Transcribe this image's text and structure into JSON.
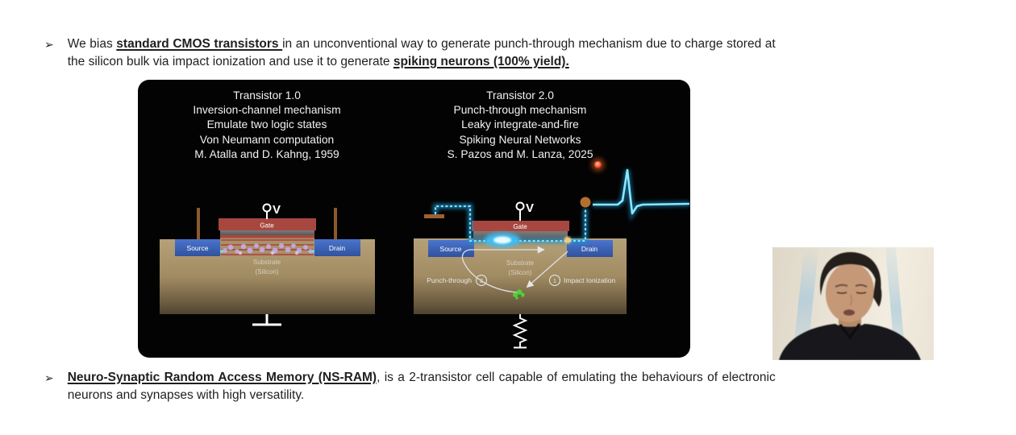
{
  "slide": {
    "bullet1": {
      "marker": "➢",
      "pre": "We bias ",
      "bold1": "standard CMOS transistors ",
      "mid": "in an unconventional way to generate punch-through mechanism due to charge stored at the silicon bulk via impact ionization and use it to generate ",
      "bold2": "spiking neurons (100% yield)."
    },
    "bullet2": {
      "marker": "➢",
      "bold1": "Neuro-Synaptic Random Access Memory (NS-RAM)",
      "rest": ", is a 2-transistor cell capable of emulating the behaviours of electronic neurons and synapses with high versatility."
    }
  },
  "panel": {
    "left_header": {
      "line1": "Transistor 1.0",
      "line2": "Inversion-channel mechanism",
      "line3": "Emulate two logic states",
      "line4": "Von Neumann computation",
      "line5": "M. Atalla and D. Kahng, 1959"
    },
    "right_header": {
      "line1": "Transistor 2.0",
      "line2": "Punch-through mechanism",
      "line3": "Leaky integrate-and-fire",
      "line4": "Spiking Neural Networks",
      "line5": "S. Pazos and M. Lanza, 2025"
    },
    "diagram1": {
      "voltage_label": "V",
      "gate_label": "Gate",
      "source_label": "Source",
      "drain_label": "Drain",
      "substrate_label": "Substrate",
      "substrate_sublabel": "(Silicon)"
    },
    "diagram2": {
      "voltage_label": "V",
      "gate_label": "Gate",
      "source_label": "Source",
      "drain_label": "Drain",
      "substrate_label": "Substrate",
      "substrate_sublabel": "(Silicon)",
      "punchthrough_label": "Punch-through",
      "punchthrough_num": "2",
      "impact_num": "1",
      "impact_label": "Impact Ionization"
    },
    "colors": {
      "substrate_tan": "#b5a178",
      "substrate_dark": "#4e4330",
      "source_drain_blue": "#3b63ba",
      "gate_red": "#a8473f",
      "oxide_gray": "#6e6e6e",
      "carrier_purple": "#c4abe8",
      "contact_brown": "#8b5a2b",
      "spike_cyan": "#7fe3ff",
      "ionization_green": "#57cf39",
      "laser_red": "#d42413"
    }
  }
}
